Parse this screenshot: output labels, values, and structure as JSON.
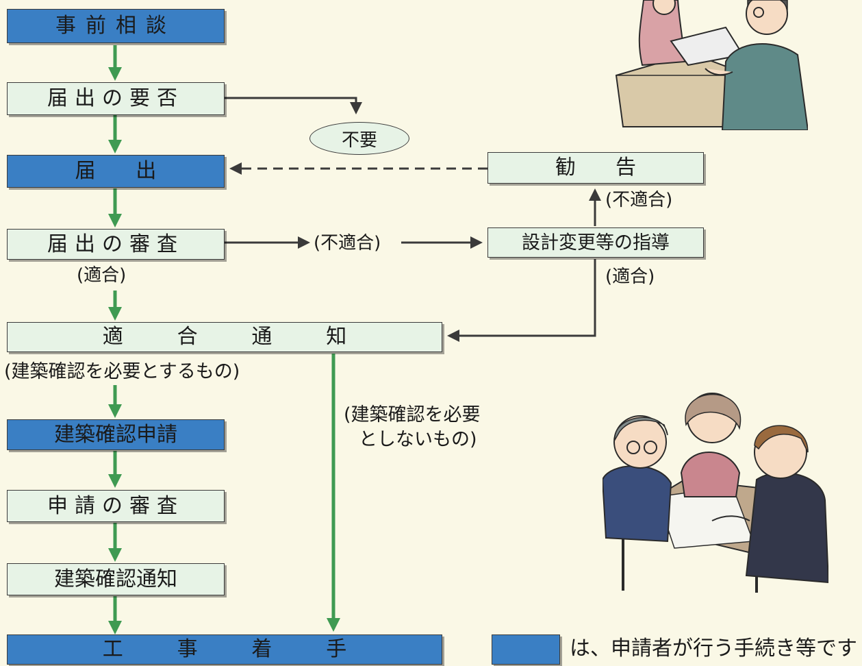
{
  "boxes": {
    "prior_consultation": "事前相談",
    "need_notification": "届出の要否",
    "notification": [
      "届",
      "出"
    ],
    "notification_review": "届出の審査",
    "conformity_notice": [
      "適",
      "合",
      "通",
      "知"
    ],
    "building_confirmation_application": "建築確認申請",
    "application_review": "申請の審査",
    "building_confirmation_notice": "建築確認通知",
    "construction_start": [
      "工",
      "事",
      "着",
      "手"
    ],
    "recommendation": [
      "勧",
      "告"
    ],
    "design_change_guidance": "設計変更等の指導"
  },
  "labels": {
    "not_required": "不要",
    "nonconforming_1": "(不適合)",
    "nonconforming_2": "(不適合)",
    "conforming_1": "(適合)",
    "conforming_2": "(適合)",
    "needs_confirmation": "(建築確認を必要とするもの)",
    "no_confirmation_line1": "(建築確認を必要",
    "no_confirmation_line2": "としないもの)"
  },
  "legend": {
    "text": "は、申請者が行う手続き等です"
  },
  "colors": {
    "applicant_box": "#3a7fc4",
    "official_box": "#e7f3e6",
    "flow_arrow": "#3f9a52",
    "side_arrow": "#3a3a3a",
    "background": "#faf8e6"
  },
  "illustrations": [
    "consultation-illustration",
    "meeting-illustration"
  ]
}
